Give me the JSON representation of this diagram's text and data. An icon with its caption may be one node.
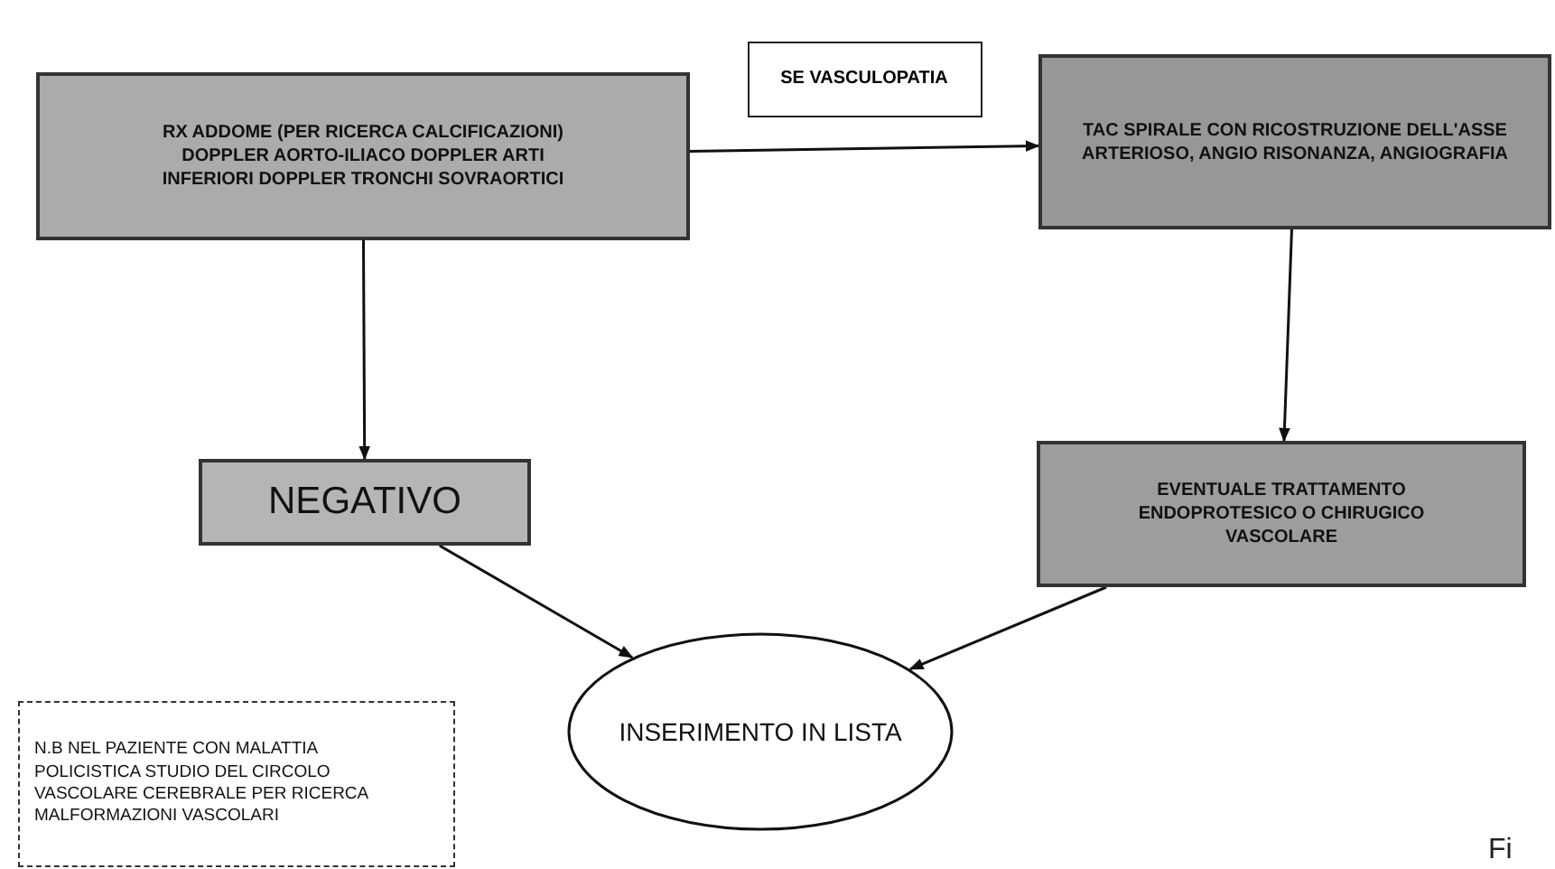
{
  "diagram": {
    "nodes": [
      {
        "text": [
          "RX ADDOME (PER RICERCA CALCIFICAZIONI) DOPPLER AORTO-ILIACO DOPPLER ARTI INFERIORI DOPPLER TRONCHI SOVRAORTICI"
        ]
      },
      {
        "text": [
          "TAC SPIRALE CON RICOSTRUZIONE  DELL'ASSE ARTERIOSO, ANGIO RISONANZA, ANGIOGRAFIA"
        ]
      },
      {
        "text": [
          "NEGATIVO"
        ]
      },
      {
        "text": [
          "EVENTUALE TRATTAMENTO ENDOPROTESICO O CHIRUGICO  VASCOLARE"
        ]
      },
      {
        "text": [
          "INSERIMENTO IN LISTA"
        ]
      },
      {
        "text": [
          "N.B NEL PAZIENTE CON MALATTIA POLICISTICA STUDIO DEL CIRCOLO VASCOLARE CEREBRALE PER RICERCA MALFORMAZIONI VASCOLARI"
        ]
      }
    ],
    "edges": [
      {
        "from": 0,
        "to": 1,
        "arrow": "to",
        "label": "SE VASCULOPATIA"
      },
      {
        "from": 0,
        "to": 2,
        "arrow": "to"
      },
      {
        "from": 1,
        "to": 3,
        "arrow": "to"
      },
      {
        "from": 2,
        "to": 4,
        "arrow": "to"
      },
      {
        "from": 3,
        "to": 4,
        "arrow": "to"
      }
    ],
    "labels": [
      "Fi"
    ]
  }
}
